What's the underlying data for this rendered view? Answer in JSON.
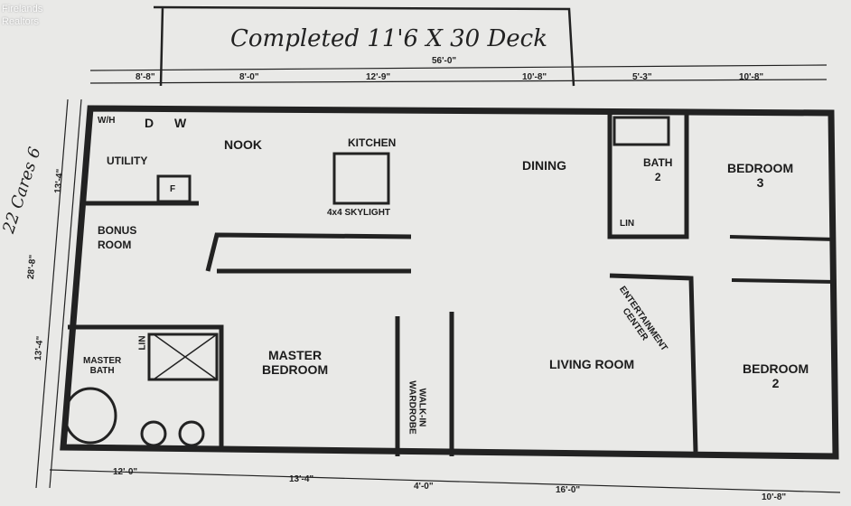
{
  "watermark": {
    "line1": "Firelands",
    "line2": "Realtors"
  },
  "handwritten": {
    "deck_note": "Completed 11'6 X 30 Deck",
    "side_note": "22 Cares 6"
  },
  "dimensions": {
    "top_total": "56'-0\"",
    "top": [
      "8'-8\"",
      "8'-0\"",
      "12'-9\"",
      "10'-8\"",
      "5'-3\"",
      "10'-8\""
    ],
    "bottom": [
      "12'-0\"",
      "13'-4\"",
      "4'-0\"",
      "16'-0\"",
      "10'-8\""
    ],
    "left": [
      "13'-4\"",
      "28'-8\"",
      "13'-4\""
    ]
  },
  "rooms": {
    "utility": "UTILITY",
    "nook": "NOOK",
    "kitchen": "KITCHEN",
    "skylight": "4x4 SKYLIGHT",
    "dining": "DINING",
    "bath2": "BATH\n2",
    "bedroom3": "BEDROOM\n3",
    "bonus": "BONUS\nROOM",
    "master_bath": "MASTER\nBATH",
    "lin": "LIN",
    "lin2": "LIN",
    "master_bedroom": "MASTER\nBEDROOM",
    "wardrobe": "WALK-IN\nWARDROBE",
    "living": "LIVING ROOM",
    "entertainment": "ENTERTAINMENT\nCENTER",
    "bedroom2": "BEDROOM\n2",
    "wh": "W/H",
    "dryer": "D",
    "washer": "W",
    "furnace": "F"
  }
}
